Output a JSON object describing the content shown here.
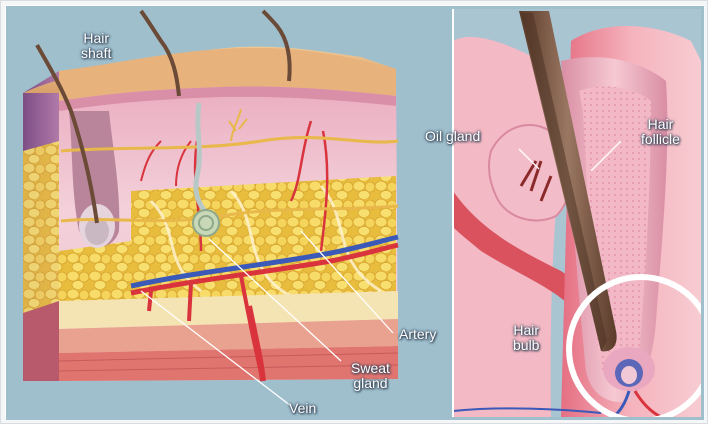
{
  "colors": {
    "background": "#9fbfcd",
    "epidermis": "#e5b37f",
    "dermis_pink": "#f1c3cf",
    "fat_yellow": "#f2d35a",
    "muscle_red": "#e0707a",
    "artery_red": "#d9343d",
    "vein_blue": "#3b59b8",
    "hair_brown": "#6b4a37",
    "highlight_circle": "#ffffff"
  },
  "labels": {
    "hair_shaft": [
      "Hair",
      "shaft"
    ],
    "oil_gland": "Oil gland",
    "hair_follicle": [
      "Hair",
      "follicle"
    ],
    "artery": "Artery",
    "hair_bulb": [
      "Hair",
      "bulb"
    ],
    "sweat_gland": [
      "Sweat",
      "gland"
    ],
    "vein": "Vein"
  }
}
